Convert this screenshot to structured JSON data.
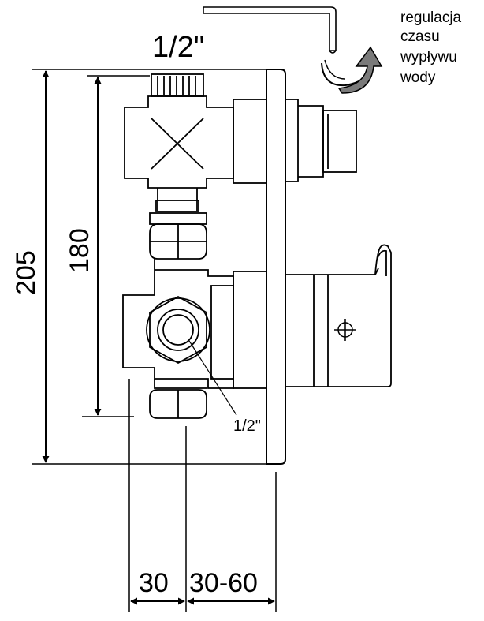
{
  "labels": {
    "top_thread": "1/2\"",
    "bottom_thread": "1/2\"",
    "height_outer": "205",
    "height_inner": "180",
    "depth_fixed": "30",
    "depth_range": "30-60"
  },
  "note_lines": [
    "regulacja",
    "czasu",
    "wypływu",
    "wody"
  ],
  "colors": {
    "line": "#000000",
    "arrow_fill": "#7a7a7a",
    "background": "#ffffff"
  }
}
